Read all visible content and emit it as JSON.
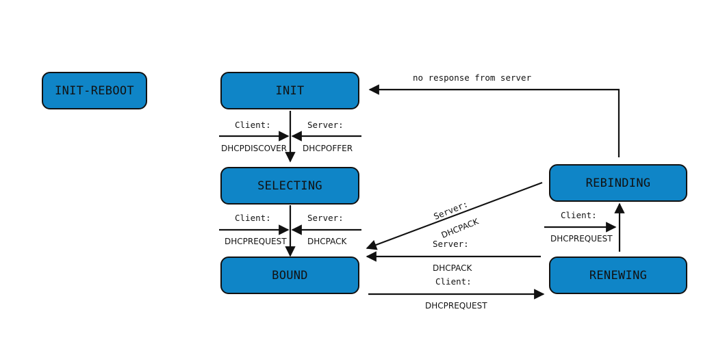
{
  "states": {
    "init_reboot": "INIT-REBOOT",
    "init": "INIT",
    "selecting": "SELECTING",
    "bound": "BOUND",
    "rebinding": "REBINDING",
    "renewing": "RENEWING"
  },
  "labels": {
    "no_response": "no response from server",
    "init_client": "Client:",
    "init_server": "Server:",
    "init_client_msg": "DHCPDISCOVER",
    "init_server_msg": "DHCPOFFER",
    "sel_client": "Client:",
    "sel_server": "Server:",
    "sel_client_msg": "DHCPREQUEST",
    "sel_server_msg": "DHCPACK",
    "rebind_server": "Server:",
    "rebind_server_msg": "DHCPACK",
    "renew_server": "Server:",
    "renew_server_msg": "DHCPACK",
    "bound_client": "Client:",
    "bound_client_msg": "DHCPREQUEST",
    "renew_client": "Client:",
    "renew_client_msg": "DHCPREQUEST"
  }
}
